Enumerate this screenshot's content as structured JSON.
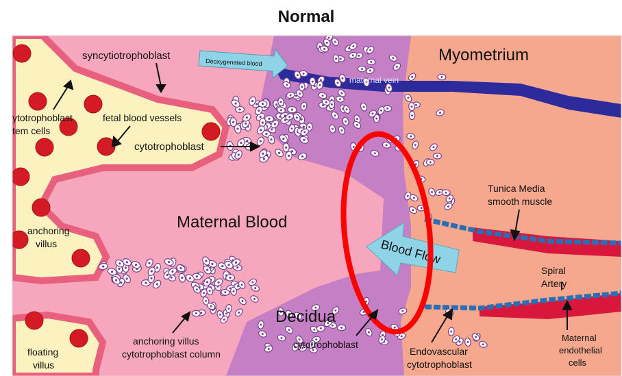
{
  "title": "Normal",
  "labels": {
    "syncytiotrophoblast": "syncytiotrophoblast",
    "deoxygenated_blood": "Deoxygenated blood",
    "myometrium": "Myometrium",
    "maternal_vein": "maternal vein",
    "cytotrophoblast_stem_1": "ytotrophoblast",
    "cytotrophoblast_stem_2": "tem cells",
    "fetal_blood_vessels": "fetal blood vessels",
    "cytotrophoblast_top": "cytotrophoblast",
    "tunica_1": "Tunica Media",
    "tunica_2": "smooth muscle",
    "anchoring_villus_1": "anchoring",
    "anchoring_villus_2": "villus",
    "maternal_blood": "Maternal Blood",
    "blood_flow": "Blood Flow",
    "spiral_1": "Spiral",
    "spiral_2": "Artery",
    "decidua": "Decidua",
    "column_1": "anchoring villus",
    "column_2": "cytotrophoblast column",
    "cytotrophoblast_bottom": "cytotrophoblast",
    "endovascular_1": "Endovascular",
    "endovascular_2": "cytotrophoblast",
    "maternal_endo_1": "Maternal",
    "maternal_endo_2": "endothelial",
    "maternal_endo_3": "cells",
    "floating_1": "floating",
    "floating_2": "villus"
  },
  "colors": {
    "myometrium": "#f5a88e",
    "maternal_blood": "#f6a7bd",
    "decidua": "#c57fc4",
    "villus_core": "#fbf2c0",
    "villus_border": "#e8607e",
    "fetal_vessel": "#d41b24",
    "vein": "#2d2a9b",
    "artery_muscle": "#d9163c",
    "highlight_ring": "#ff0000",
    "arrow_fill": "#8ed3e6"
  }
}
